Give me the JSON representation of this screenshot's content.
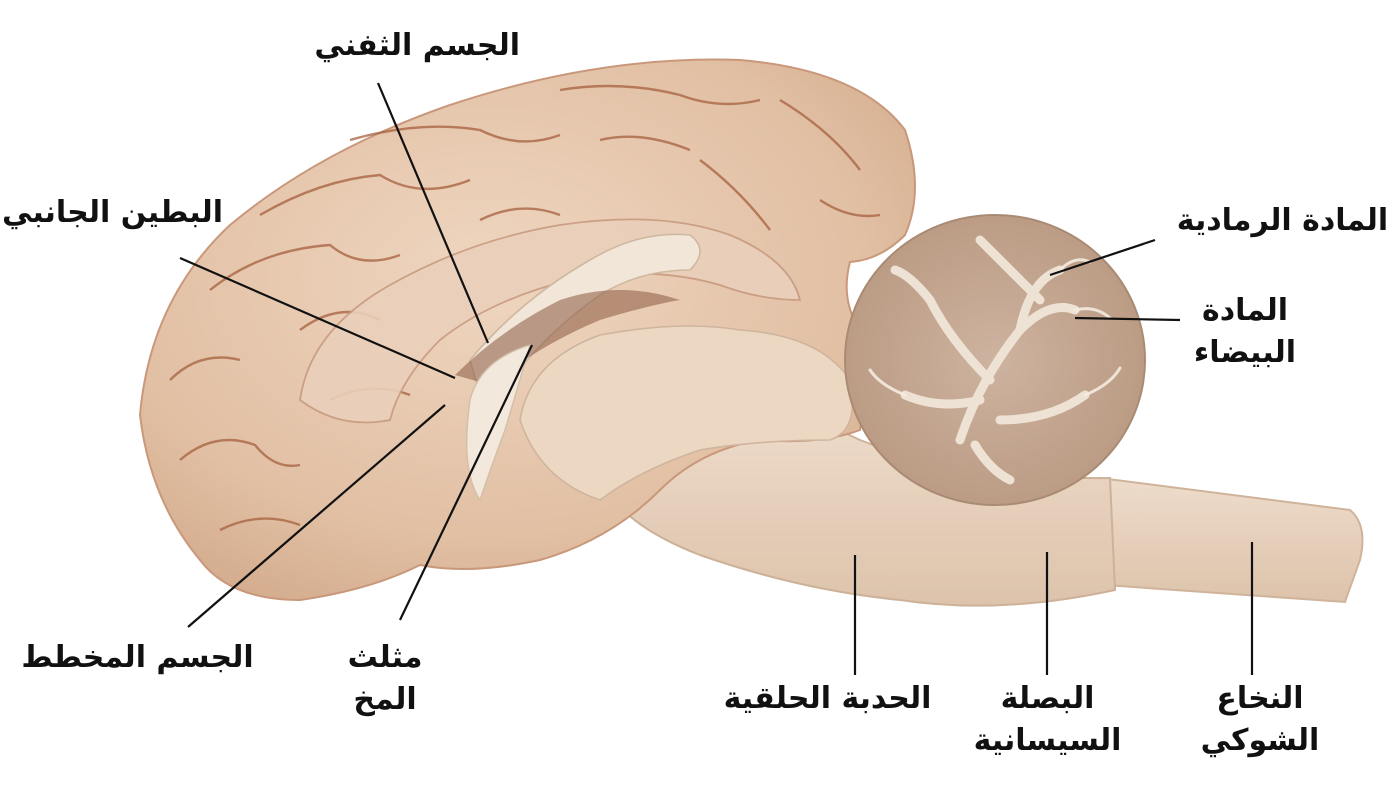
{
  "figure": {
    "colors": {
      "background": "#ffffff",
      "tissue": "#e2c3a8",
      "cortex_fold": "#a6603f",
      "white_matter": "#eadfce",
      "grey_matter": "#c4a894",
      "label_text": "#111111"
    }
  },
  "labels": {
    "corpus_callosum": "الجسم الثفني",
    "lateral_ventricle": "البطين الجانبي",
    "corpus_striatum": "الجسم المخطط",
    "fornix_line1": "مثلث",
    "fornix_line2": "المخ",
    "grey_matter": "المادة الرمادية",
    "white_matter_line1": "المادة",
    "white_matter_line2": "البيضاء",
    "pons": "الحدبة الحلقية",
    "medulla_line1": "البصلة",
    "medulla_line2": "السيسانية",
    "spinal_cord_line1": "النخاع",
    "spinal_cord_line2": "الشوكي"
  }
}
